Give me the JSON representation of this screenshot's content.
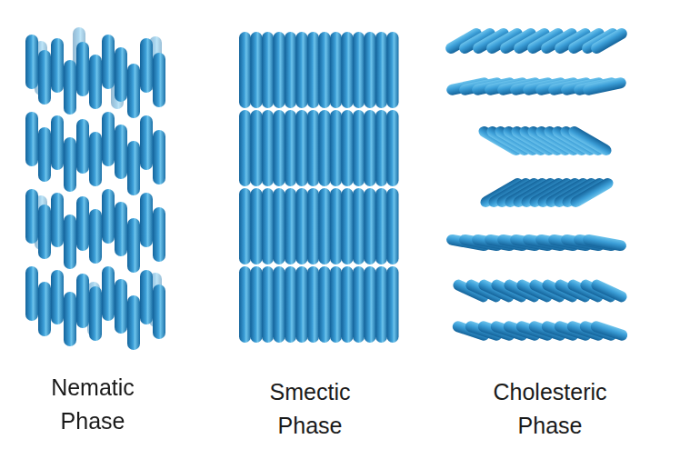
{
  "diagram": {
    "labels": [
      "Nematic Phase",
      "Smectic Phase",
      "Cholesteric Phase"
    ]
  }
}
